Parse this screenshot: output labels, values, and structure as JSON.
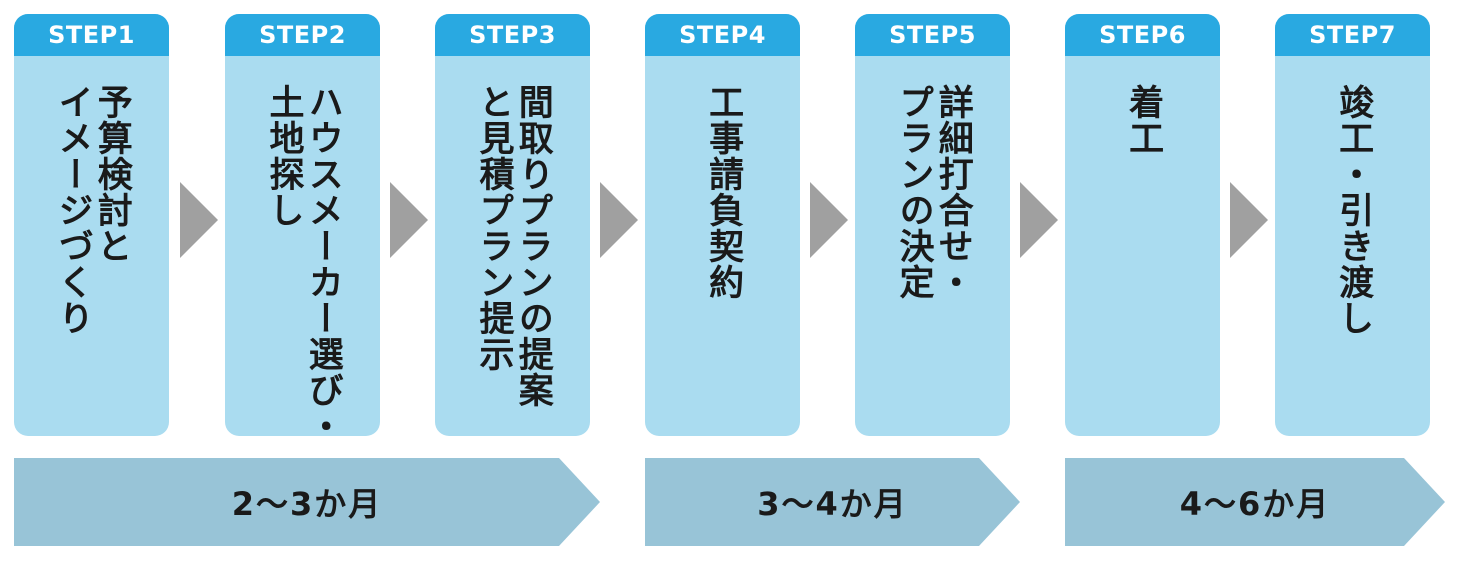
{
  "steps": [
    {
      "label": "STEP1",
      "text": "予算検討と\nイメージづくり"
    },
    {
      "label": "STEP2",
      "text": "ハウスメーカー選び・\n土地探し"
    },
    {
      "label": "STEP3",
      "text": "間取りプランの提案\nと見積プラン提示"
    },
    {
      "label": "STEP4",
      "text": "工事請負契約"
    },
    {
      "label": "STEP5",
      "text": "詳細打合せ・\nプランの決定"
    },
    {
      "label": "STEP6",
      "text": "着工"
    },
    {
      "label": "STEP7",
      "text": "竣工・引き渡し"
    }
  ],
  "durations": [
    {
      "label": "2〜3か月"
    },
    {
      "label": "3〜4か月"
    },
    {
      "label": "4〜6か月"
    }
  ],
  "colors": {
    "card_bg": "#aadcf0",
    "card_header": "#29a9e1",
    "chevron": "#a0a0a0",
    "duration_bar": "#98c4d7"
  }
}
